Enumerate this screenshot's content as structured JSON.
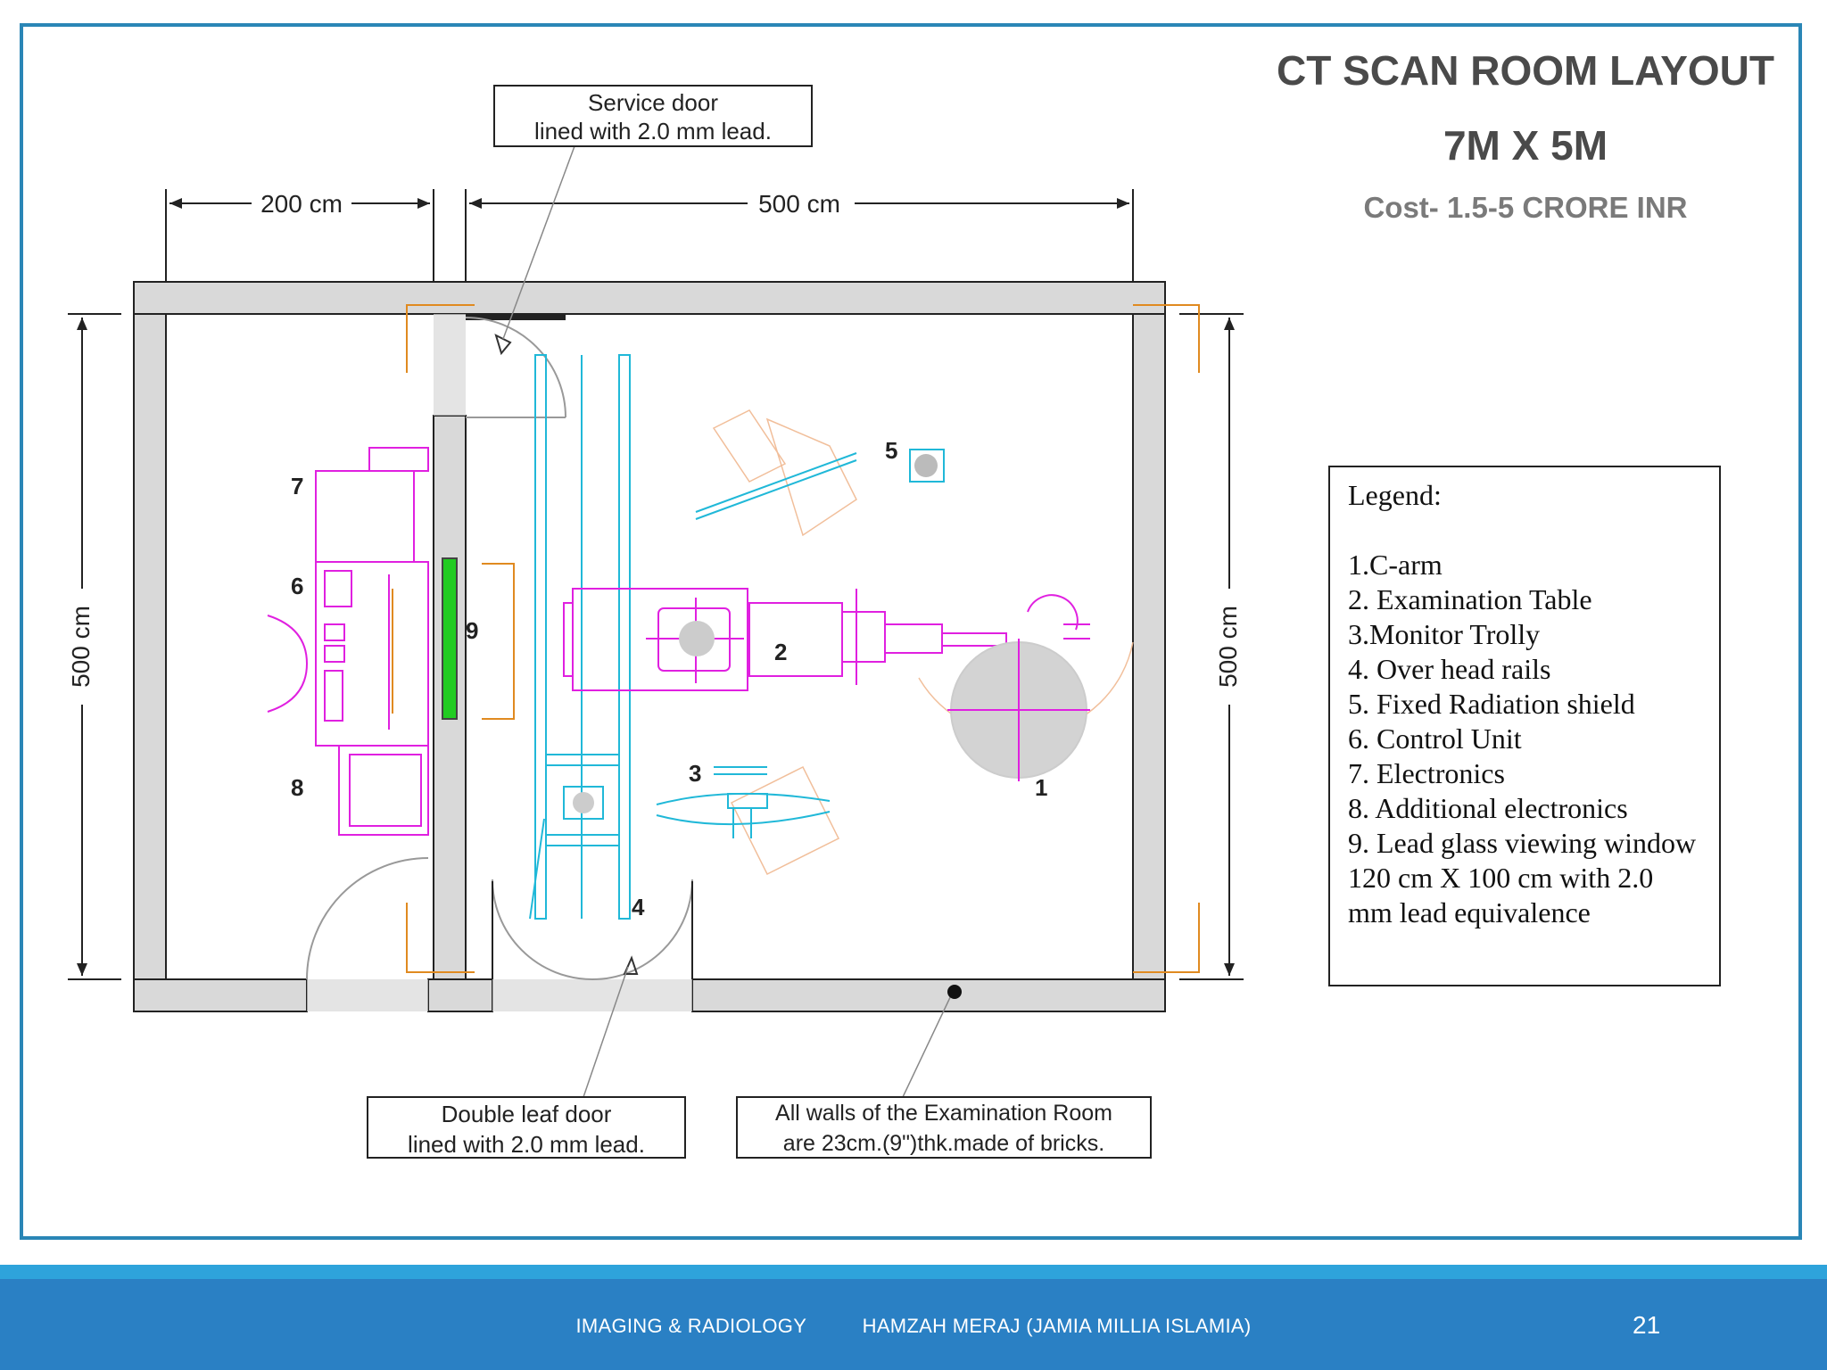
{
  "slide": {
    "title": "CT SCAN ROOM LAYOUT",
    "dimensions": "7M X 5M",
    "cost": "Cost- 1.5-5 CRORE INR"
  },
  "diagram": {
    "dimension_top_left": "200 cm",
    "dimension_top_right": "500 cm",
    "dimension_left": "500 cm",
    "dimension_right": "500 cm",
    "callout_service_door": [
      "Service door",
      "lined with 2.0 mm lead."
    ],
    "callout_double_door": [
      "Double leaf door",
      "lined with 2.0 mm lead."
    ],
    "callout_walls": [
      "All walls of the Examination Room",
      "are 23cm.(9\")thk.made of bricks."
    ],
    "item_numbers": [
      "1",
      "2",
      "3",
      "4",
      "5",
      "6",
      "7",
      "8",
      "9"
    ]
  },
  "legend": {
    "title": "Legend:",
    "items": [
      "1.C-arm",
      "2. Examination Table",
      "3.Monitor Trolly",
      "4. Over head rails",
      "5. Fixed Radiation shield",
      "6. Control Unit",
      "7. Electronics",
      "8. Additional electronics",
      "9. Lead glass viewing window 120 cm X 100 cm with 2.0 mm lead equivalence"
    ]
  },
  "footer": {
    "course": "IMAGING & RADIOLOGY",
    "author": "HAMZAH MERAJ (JAMIA MILLIA ISLAMIA)",
    "page_number": "21"
  },
  "colors": {
    "frame": "#2a86b6",
    "wall_fill": "#d9d9d9",
    "equipment_magenta": "#e020e0",
    "rails_cyan": "#20b8d8",
    "door_orange": "#e08a20",
    "glass_green": "#22cc22",
    "footer_bar": "#2a80c4"
  }
}
